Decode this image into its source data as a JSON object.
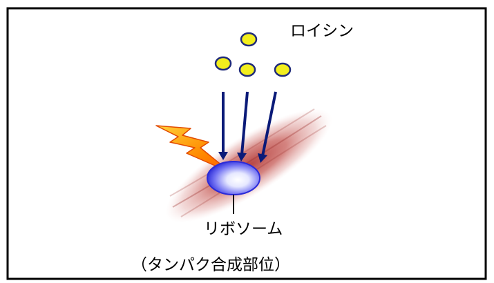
{
  "diagram": {
    "leucine_label": "ロイシン",
    "ribosome_label": "リボソーム",
    "ribosome_sublabel": "（タンパク合成部位）"
  },
  "colors": {
    "border": "#000000",
    "leucine_fill": "#f2ee1e",
    "leucine_stroke": "#1f2a7a",
    "arrow": "#0a1a78",
    "ribosome_core": "#ffffff",
    "ribosome_edge": "#2a2ad8",
    "muscle": "#c04a45",
    "lightning": "#ff7a00"
  },
  "icons": [
    "leucine-molecule-icon",
    "lightning-bolt-icon",
    "ribosome-icon",
    "muscle-fiber-icon"
  ]
}
